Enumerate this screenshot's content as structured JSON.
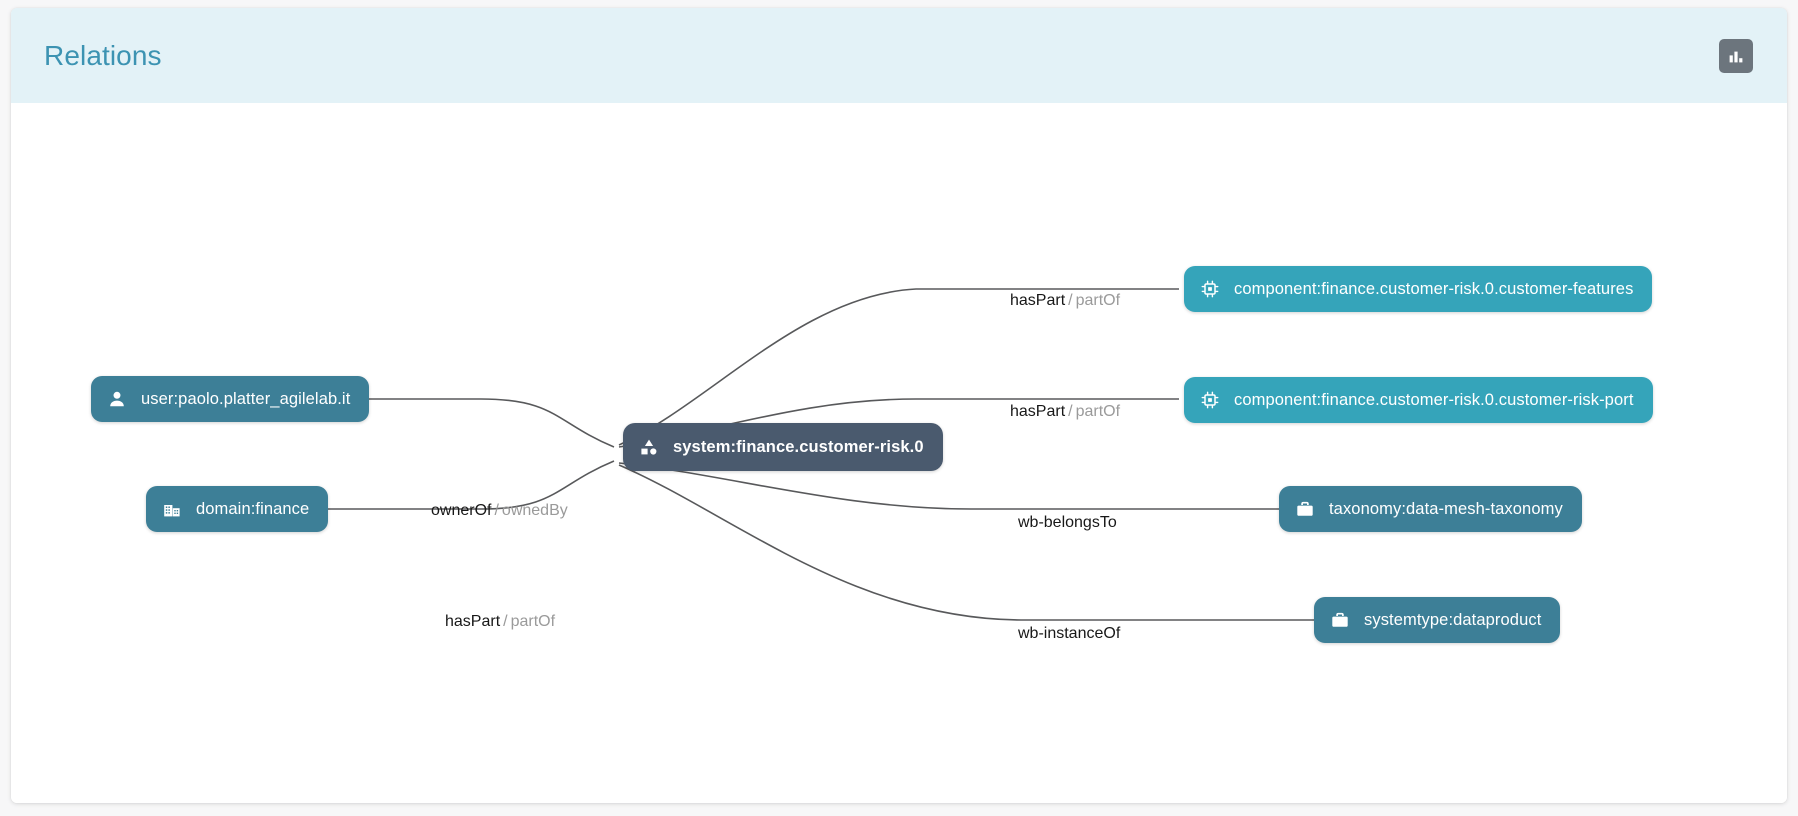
{
  "header": {
    "title": "Relations",
    "chart_button_icon": "bar-chart-icon",
    "background_color": "#e3f2f7",
    "title_color": "#3c93b2",
    "button_color": "#6c757d"
  },
  "graph": {
    "center_node": {
      "label": "system:finance.customer-risk.0",
      "icon": "shapes-category-icon",
      "color": "#4a5a6e"
    },
    "nodes": [
      {
        "id": "user",
        "label": "user:paolo.platter_agilelab.it",
        "icon": "person-icon",
        "color": "#3d7f97"
      },
      {
        "id": "domain",
        "label": "domain:finance",
        "icon": "building-icon",
        "color": "#3d7f97"
      },
      {
        "id": "component-features",
        "label": "component:finance.customer-risk.0.customer-features",
        "icon": "chip-icon",
        "color": "#35a4ba"
      },
      {
        "id": "component-risk-port",
        "label": "component:finance.customer-risk.0.customer-risk-port",
        "icon": "chip-icon",
        "color": "#35a4ba"
      },
      {
        "id": "taxonomy",
        "label": "taxonomy:data-mesh-taxonomy",
        "icon": "briefcase-icon",
        "color": "#3d7f97"
      },
      {
        "id": "systemtype",
        "label": "systemtype:dataproduct",
        "icon": "briefcase-icon",
        "color": "#3d7f97"
      }
    ],
    "edges": [
      {
        "id": "edge-user",
        "forward": "ownerOf",
        "separator": "/",
        "reverse": "ownedBy"
      },
      {
        "id": "edge-domain",
        "forward": "hasPart",
        "separator": "/",
        "reverse": "partOf"
      },
      {
        "id": "edge-features",
        "forward": "hasPart",
        "separator": "/",
        "reverse": "partOf"
      },
      {
        "id": "edge-risk-port",
        "forward": "hasPart",
        "separator": "/",
        "reverse": "partOf"
      },
      {
        "id": "edge-taxonomy",
        "forward": "wb-belongsTo",
        "separator": "",
        "reverse": ""
      },
      {
        "id": "edge-systemtype",
        "forward": "wb-instanceOf",
        "separator": "",
        "reverse": ""
      }
    ]
  }
}
